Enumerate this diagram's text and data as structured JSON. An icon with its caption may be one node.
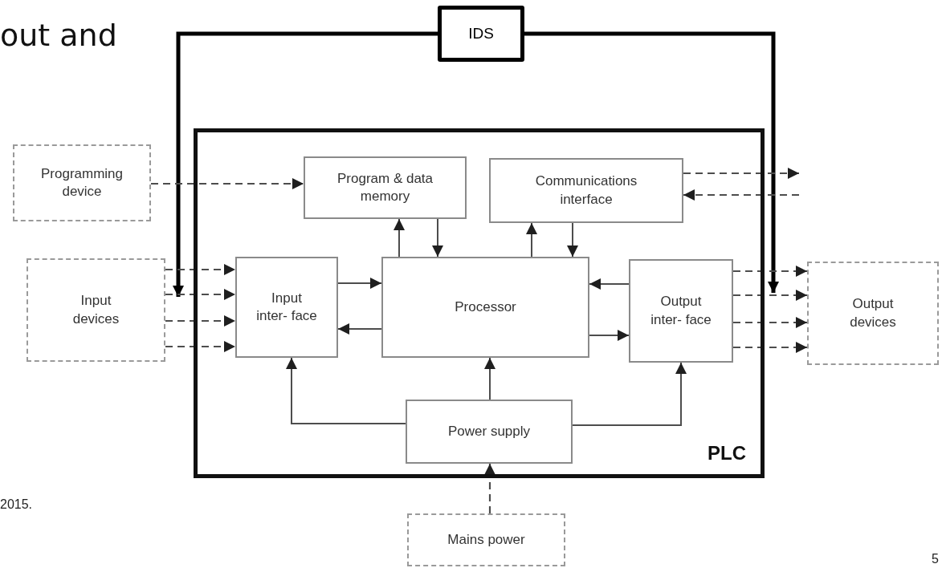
{
  "diagram": {
    "title": "out and",
    "nodes": [
      {
        "text": [
          "IDS"
        ]
      },
      {
        "text": [
          "PLC"
        ]
      },
      {
        "text": [
          "Programming device"
        ]
      },
      {
        "text": [
          "Program & data memory"
        ],
        "in": 1
      },
      {
        "text": [
          "Communications interface"
        ],
        "in": 1
      },
      {
        "text": [
          "Input devices"
        ]
      },
      {
        "text": [
          "Input inter- face"
        ],
        "in": 1
      },
      {
        "text": [
          "Processor"
        ],
        "in": 1
      },
      {
        "text": [
          "Output inter- face"
        ],
        "in": 1
      },
      {
        "text": [
          "Output devices"
        ]
      },
      {
        "text": [
          "Power supply"
        ],
        "in": 1
      },
      {
        "text": [
          "Mains power"
        ]
      }
    ],
    "edges": [
      {
        "from": 0,
        "to": 5,
        "arrow": "to",
        "style": "thick",
        "color": "#000000"
      },
      {
        "from": 0,
        "to": 1,
        "arrow": "to",
        "style": "thick",
        "color": "#000000"
      },
      {
        "from": 2,
        "to": 3,
        "arrow": "to",
        "style": "dashed"
      },
      {
        "from": 4,
        "to": null,
        "arrow": "to",
        "style": "dashed"
      },
      {
        "from": null,
        "to": 4,
        "arrow": "to",
        "style": "dashed"
      },
      {
        "from": 5,
        "to": 6,
        "arrow": "to",
        "style": "dashed"
      },
      {
        "from": 5,
        "to": 6,
        "arrow": "to",
        "style": "dashed"
      },
      {
        "from": 5,
        "to": 6,
        "arrow": "to",
        "style": "dashed"
      },
      {
        "from": 5,
        "to": 6,
        "arrow": "to",
        "style": "dashed"
      },
      {
        "from": 3,
        "to": 7,
        "arrow": "to"
      },
      {
        "from": 7,
        "to": 3,
        "arrow": "to"
      },
      {
        "from": 7,
        "to": 4,
        "arrow": "to"
      },
      {
        "from": 4,
        "to": 7,
        "arrow": "to"
      },
      {
        "from": 6,
        "to": 7,
        "arrow": "to"
      },
      {
        "from": 7,
        "to": 6,
        "arrow": "to"
      },
      {
        "from": 8,
        "to": 7,
        "arrow": "to"
      },
      {
        "from": 7,
        "to": 8,
        "arrow": "to"
      },
      {
        "from": 8,
        "to": 9,
        "arrow": "to",
        "style": "dashed"
      },
      {
        "from": 8,
        "to": 9,
        "arrow": "to",
        "style": "dashed"
      },
      {
        "from": 8,
        "to": 9,
        "arrow": "to",
        "style": "dashed"
      },
      {
        "from": 8,
        "to": 9,
        "arrow": "to",
        "style": "dashed"
      },
      {
        "from": 10,
        "to": 6,
        "arrow": "to"
      },
      {
        "from": 10,
        "to": 7,
        "arrow": "to"
      },
      {
        "from": 10,
        "to": 8,
        "arrow": "to"
      },
      {
        "from": 11,
        "to": 10,
        "arrow": "to",
        "style": "dashed"
      }
    ],
    "labels": [
      "2015.",
      "5"
    ]
  }
}
